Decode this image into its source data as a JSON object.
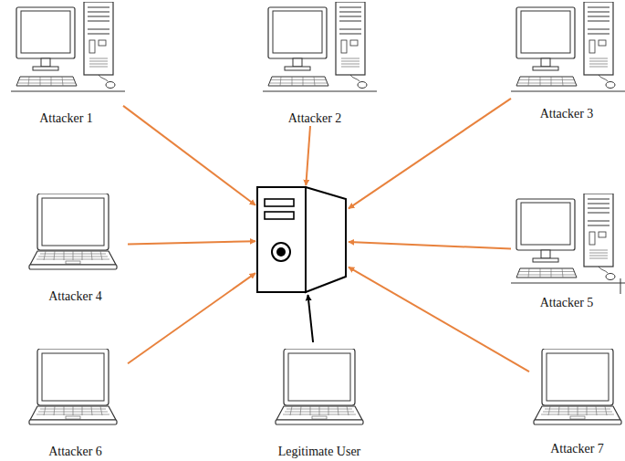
{
  "diagram": {
    "nodes": [
      {
        "text": [
          "Attacker 1"
        ]
      },
      {
        "text": [
          "Attacker 2"
        ]
      },
      {
        "text": [
          "Attacker 3"
        ]
      },
      {
        "text": [
          "Attacker 4"
        ]
      },
      {
        "text": []
      },
      {
        "text": [
          "Attacker 5"
        ]
      },
      {
        "text": [
          "Attacker 6"
        ]
      },
      {
        "text": [
          "Legitimate User"
        ]
      },
      {
        "text": [
          "Attacker 7"
        ]
      }
    ],
    "edges": [
      {
        "from": 0,
        "to": 4,
        "arrow": "to"
      },
      {
        "from": 1,
        "to": 4,
        "arrow": "to"
      },
      {
        "from": 2,
        "to": 4,
        "arrow": "to"
      },
      {
        "from": 3,
        "to": 4,
        "arrow": "to"
      },
      {
        "from": 5,
        "to": 4,
        "arrow": "to"
      },
      {
        "from": 6,
        "to": 4,
        "arrow": "to"
      },
      {
        "from": 7,
        "to": 4,
        "arrow": "to"
      },
      {
        "from": 8,
        "to": 4,
        "arrow": "to"
      }
    ]
  }
}
